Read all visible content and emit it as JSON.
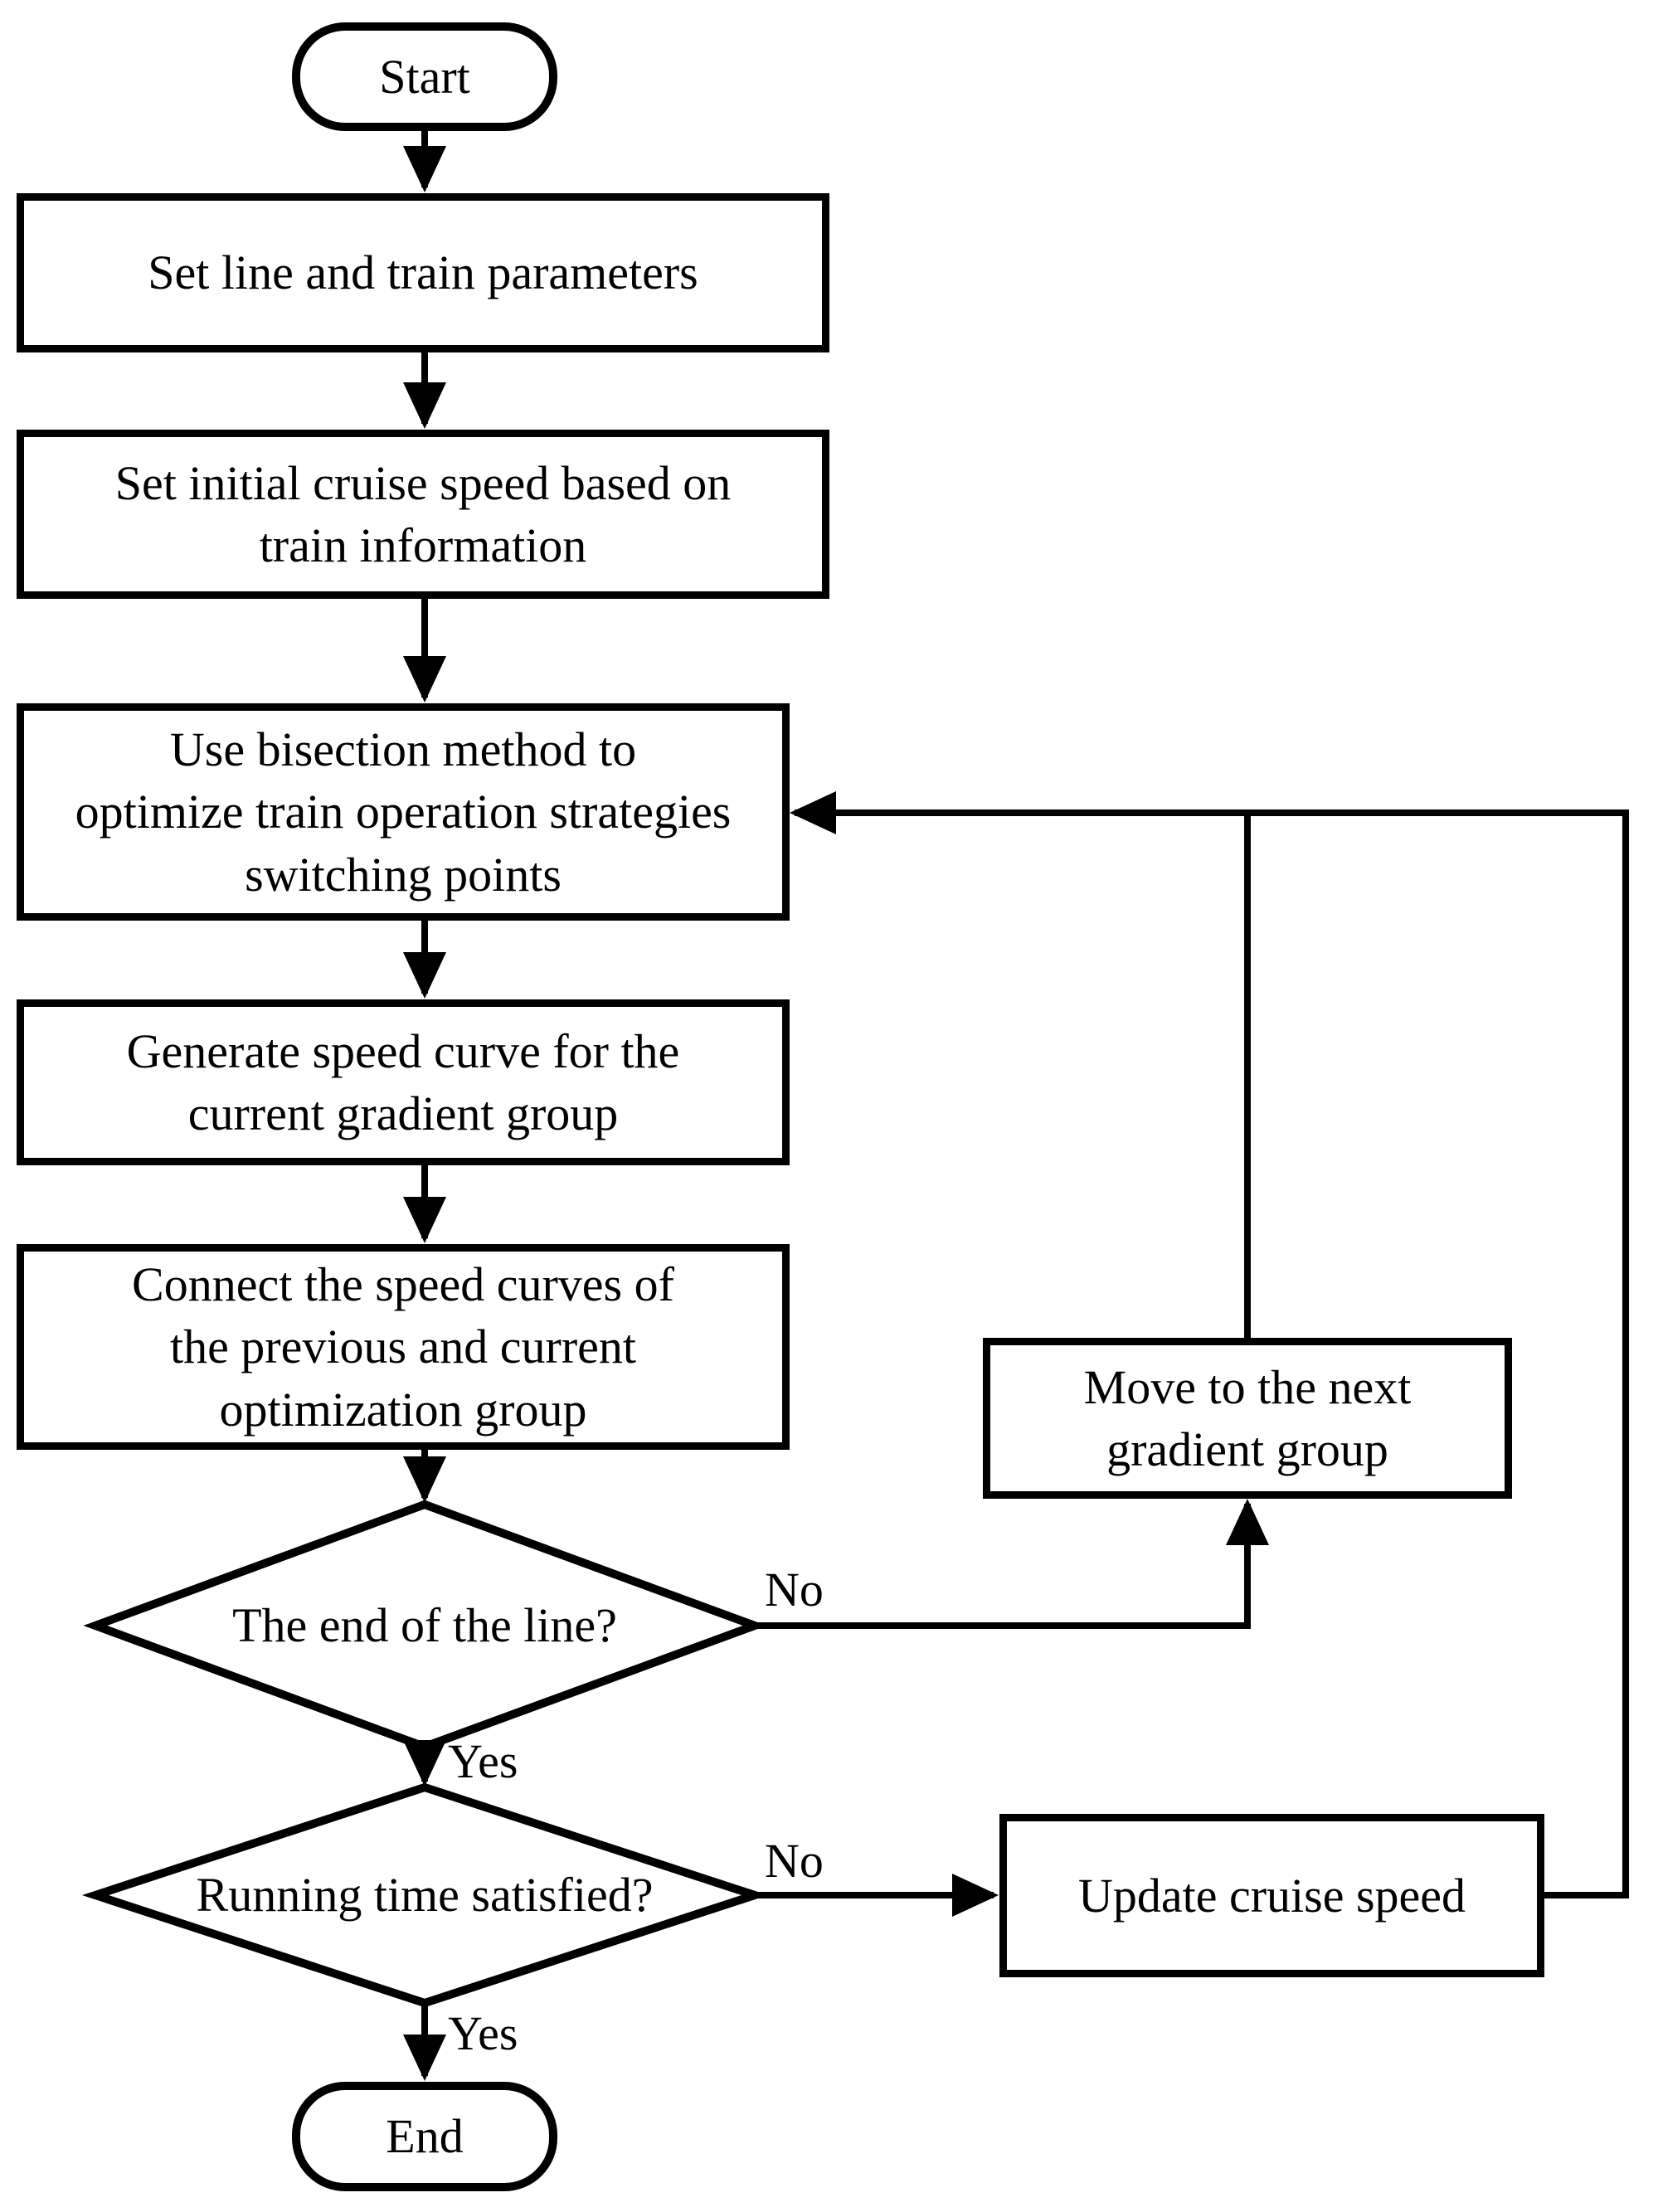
{
  "figure": {
    "background_color": "#ffffff",
    "line_color": "#000000",
    "flowchart": {
      "nodes": {
        "start": {
          "type": "terminator",
          "label": "Start"
        },
        "set_params": {
          "type": "process",
          "label": "Set line and train parameters"
        },
        "set_cruise": {
          "type": "process",
          "label": "Set initial cruise speed based on\ntrain information"
        },
        "bisection": {
          "type": "process",
          "label": "Use bisection method to\noptimize train operation strategies\nswitching points"
        },
        "generate": {
          "type": "process",
          "label": "Generate speed curve for the\ncurrent gradient group"
        },
        "connect": {
          "type": "process",
          "label": "Connect the speed curves of\nthe previous and current\noptimization group"
        },
        "end_of_line": {
          "type": "decision",
          "label": "The end of the line?"
        },
        "move_next": {
          "type": "process",
          "label": "Move to the next\ngradient group"
        },
        "running_time": {
          "type": "decision",
          "label": "Running time satisfied?"
        },
        "update_speed": {
          "type": "process",
          "label": "Update cruise speed"
        },
        "end": {
          "type": "terminator",
          "label": "End"
        }
      },
      "edges": [
        {
          "from": "start",
          "to": "set_params",
          "label": ""
        },
        {
          "from": "set_params",
          "to": "set_cruise",
          "label": ""
        },
        {
          "from": "set_cruise",
          "to": "bisection",
          "label": ""
        },
        {
          "from": "bisection",
          "to": "generate",
          "label": ""
        },
        {
          "from": "generate",
          "to": "connect",
          "label": ""
        },
        {
          "from": "connect",
          "to": "end_of_line",
          "label": ""
        },
        {
          "from": "end_of_line",
          "to": "move_next",
          "label": "No"
        },
        {
          "from": "end_of_line",
          "to": "running_time",
          "label": "Yes"
        },
        {
          "from": "move_next",
          "to": "bisection",
          "label": ""
        },
        {
          "from": "running_time",
          "to": "update_speed",
          "label": "No"
        },
        {
          "from": "running_time",
          "to": "end",
          "label": "Yes"
        },
        {
          "from": "update_speed",
          "to": "bisection",
          "label": ""
        }
      ]
    }
  }
}
